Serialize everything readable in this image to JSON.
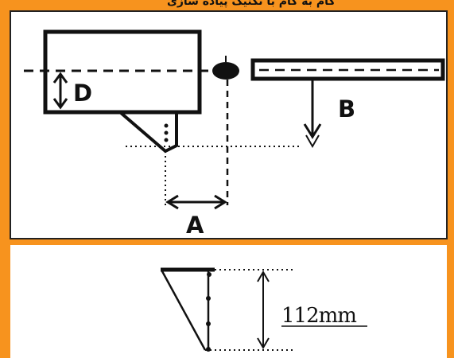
{
  "top_header_text": "گام به گام با تکنیک پیاده سازی",
  "diagram": {
    "label_d": "D",
    "label_b": "B",
    "label_a": "A",
    "measure_label": "112mm"
  },
  "colors": {
    "frame": "#f7931e",
    "panel": "#ffffff",
    "ink": "#111111"
  }
}
